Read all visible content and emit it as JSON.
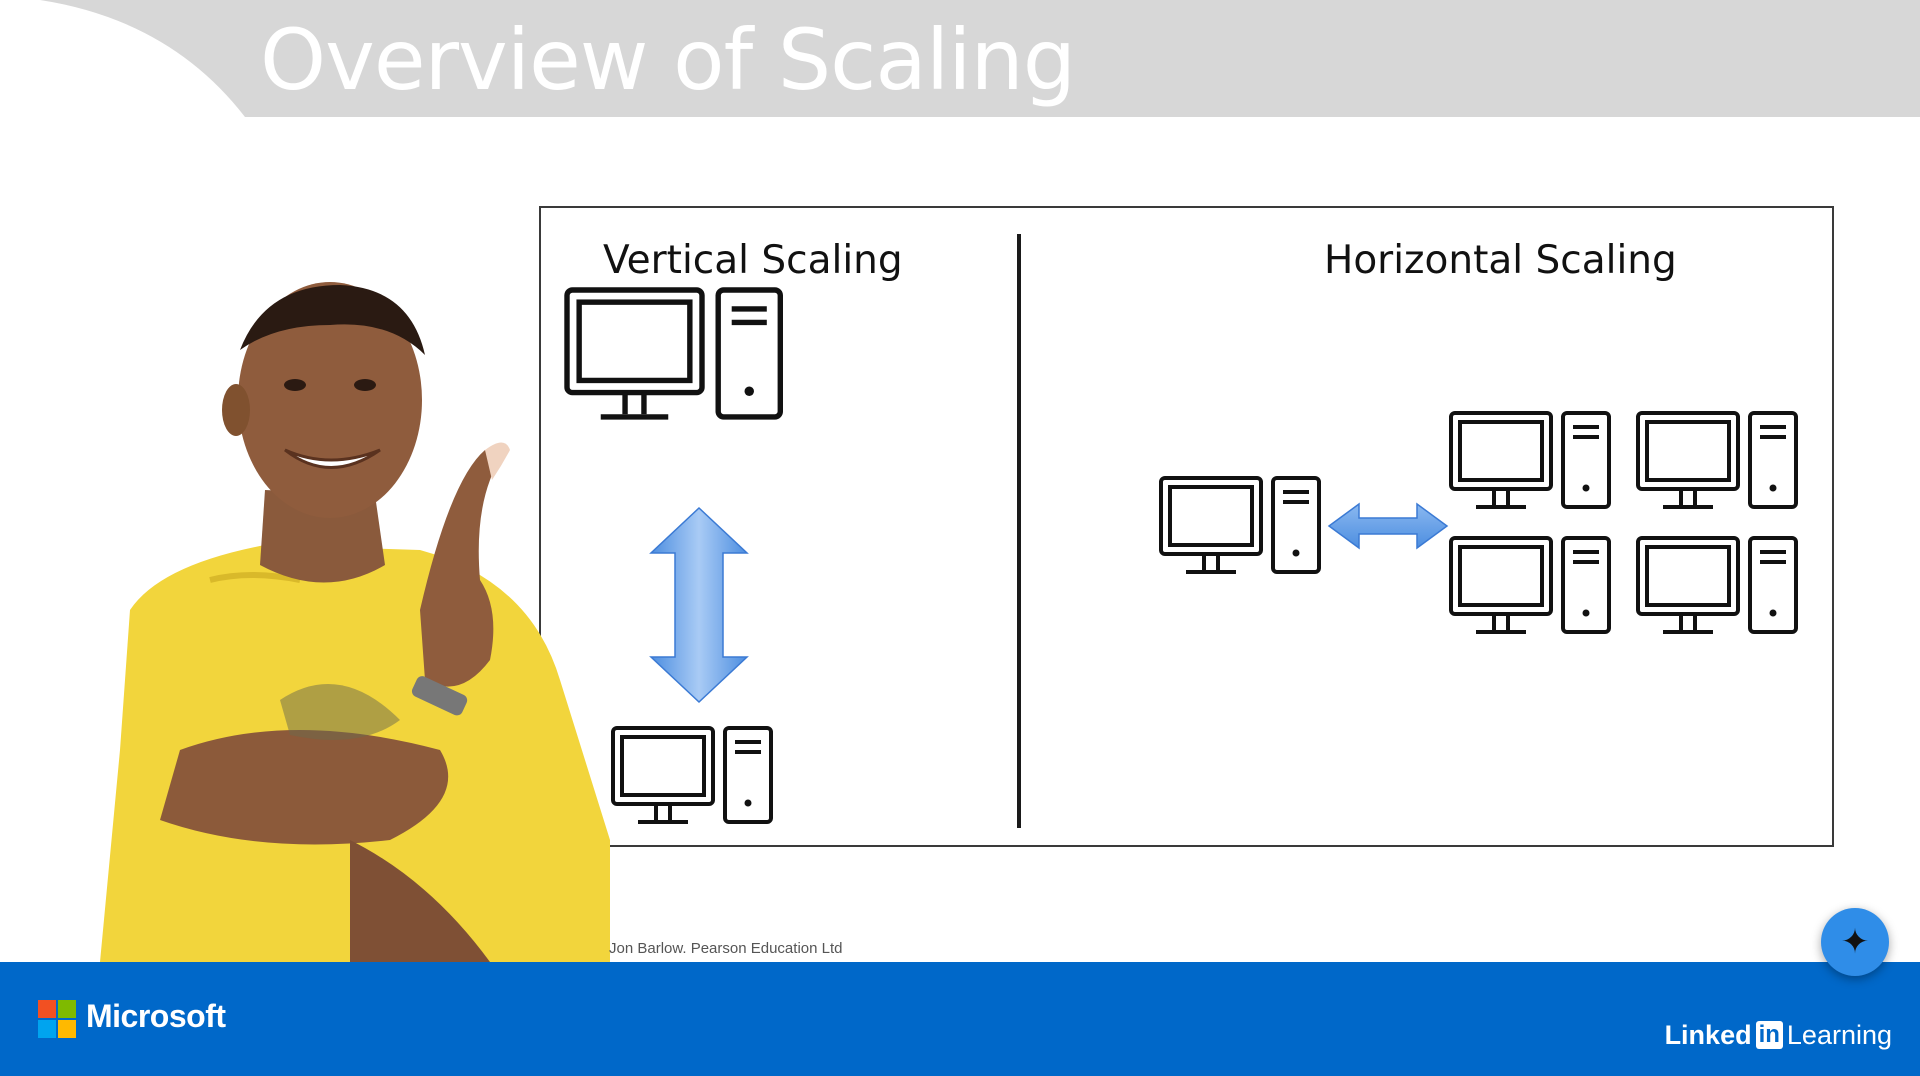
{
  "slide": {
    "title": "Overview of Scaling"
  },
  "diagram": {
    "vertical_heading": "Vertical Scaling",
    "horizontal_heading": "Horizontal Scaling"
  },
  "credit": "Jon Barlow. Pearson Education Ltd",
  "footer": {
    "microsoft_label": "Microsoft",
    "linkedin_linked": "Linked",
    "linkedin_badge": "in",
    "linkedin_learning": "Learning"
  },
  "assistant": {
    "icon": "sparkle-icon",
    "glyph": "✦"
  },
  "colors": {
    "title_band": "#d7d7d7",
    "footer_blue": "#0068c9",
    "arrow_blue": "#6aa3e8",
    "assist_blue": "#2f8de8"
  }
}
